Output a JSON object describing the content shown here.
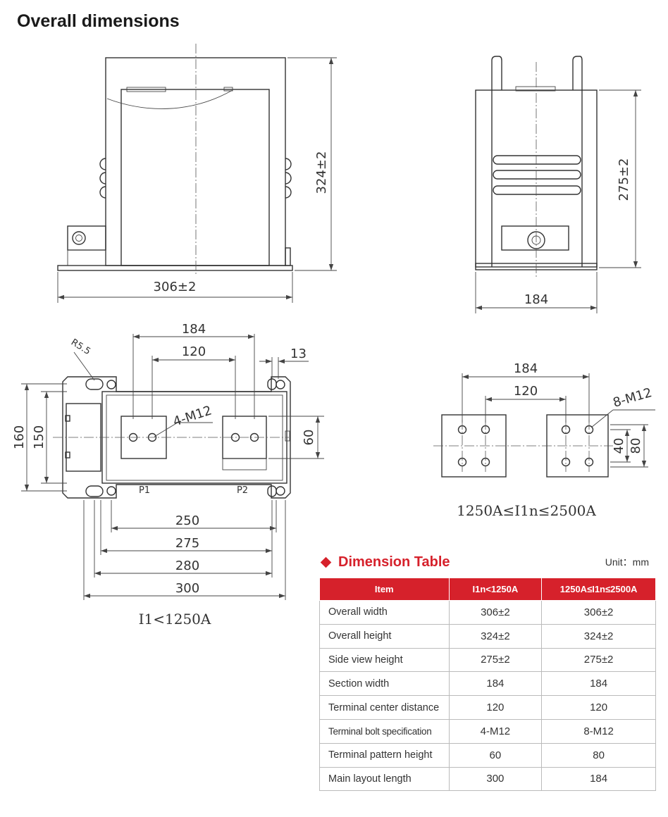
{
  "page": {
    "title": "Overall dimensions"
  },
  "front_view": {
    "width_label": "306±2",
    "height_label": "324±2"
  },
  "side_view": {
    "width_label": "184",
    "height_label": "275±2"
  },
  "bottom_view_1": {
    "span_label": "184",
    "center_label": "120",
    "radius_label": "R5.5",
    "edge_label": "13",
    "bolt_label": "4-M12",
    "pattern_height_label": "60",
    "outer_height_label": "160",
    "inner_height_label": "150",
    "terminal_p1": "P1",
    "terminal_p2": "P2",
    "dims": [
      "250",
      "275",
      "280",
      "300"
    ],
    "caption": "I1<1250A"
  },
  "bottom_view_2": {
    "span_label": "184",
    "center_label": "120",
    "bolt_label": "8-M12",
    "small_height_label": "40",
    "large_height_label": "80",
    "caption": "1250A≤I1n≤2500A"
  },
  "table": {
    "title": "Dimension Table",
    "unit": "Unit：mm",
    "headers": [
      "Item",
      "I1n<1250A",
      "1250A≤I1n≤2500A"
    ],
    "rows": [
      [
        "Overall width",
        "306±2",
        "306±2"
      ],
      [
        "Overall height",
        "324±2",
        "324±2"
      ],
      [
        "Side view height",
        "275±2",
        "275±2"
      ],
      [
        "Section width",
        "184",
        "184"
      ],
      [
        "Terminal center distance",
        "120",
        "120"
      ],
      [
        "Terminal bolt specification",
        "4-M12",
        "8-M12"
      ],
      [
        "Terminal pattern height",
        "60",
        "80"
      ],
      [
        "Main layout length",
        "300",
        "184"
      ]
    ]
  },
  "colors": {
    "accent": "#d6212b",
    "line": "#333333"
  }
}
